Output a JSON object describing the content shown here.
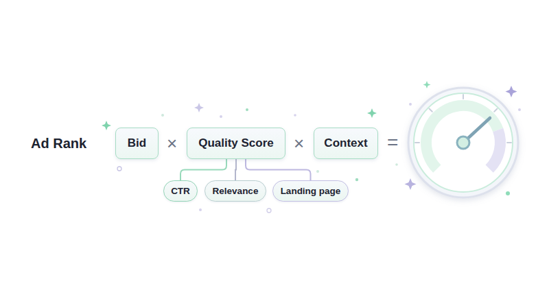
{
  "diagram": {
    "nodes": [
      {
        "text": [
          "Bid"
        ]
      },
      {
        "text": [
          "Quality Score"
        ]
      },
      {
        "text": [
          "Context"
        ]
      },
      {
        "text": [
          "CTR"
        ]
      },
      {
        "text": [
          "Relevance"
        ]
      },
      {
        "text": [
          "Landing page"
        ]
      }
    ],
    "edges": [
      {
        "from": 1,
        "to": 3,
        "arrow": "none"
      },
      {
        "from": 1,
        "to": 4,
        "arrow": "none"
      },
      {
        "from": 1,
        "to": 5,
        "arrow": "none"
      }
    ],
    "labels": [
      "Ad Rank",
      "×",
      "×",
      "="
    ]
  }
}
